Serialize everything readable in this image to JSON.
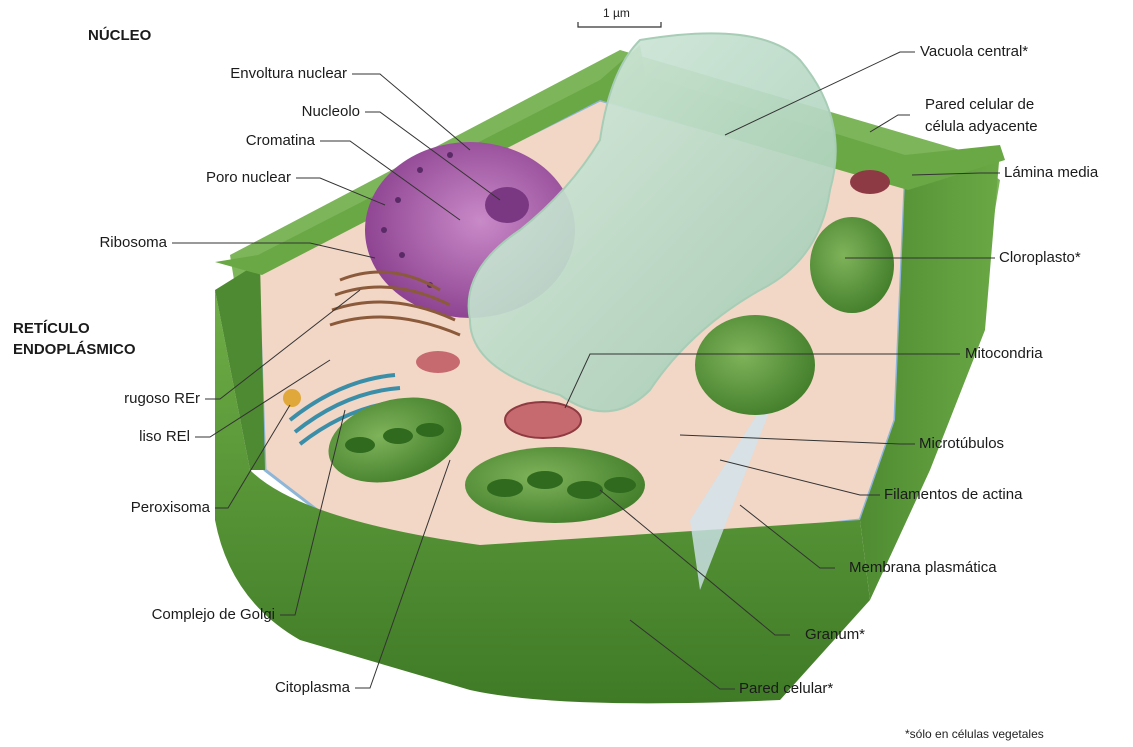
{
  "headings": {
    "nucleus": "NÚCLEO",
    "er_line1": "RETÍCULO",
    "er_line2": "ENDOPLÁSMICO"
  },
  "scale_bar": "1 µm",
  "labels": {
    "nuclear_envelope": "Envoltura nuclear",
    "nucleolus": "Nucleolo",
    "chromatin": "Cromatina",
    "nuclear_pore": "Poro nuclear",
    "ribosome": "Ribosoma",
    "rough_er": "rugoso REr",
    "smooth_er": "liso REl",
    "peroxisome": "Peroxisoma",
    "golgi": "Complejo de Golgi",
    "cytoplasm": "Citoplasma",
    "central_vacuole": "Vacuola central*",
    "adjacent_wall_line1": "Pared celular de",
    "adjacent_wall_line2": "célula adyacente",
    "middle_lamella": "Lámina media",
    "chloroplast": "Cloroplasto*",
    "mitochondrion": "Mitocondria",
    "microtubules": "Microtúbulos",
    "actin_filaments": "Filamentos de actina",
    "plasma_membrane": "Membrana plasmática",
    "granum": "Granum*",
    "cell_wall": "Pared celular*"
  },
  "footnote": "*sólo en células vegetales",
  "colors": {
    "cell_wall": "#5e9a3c",
    "cell_wall_dark": "#3f7a26",
    "cytoplasm": "#f2d6c6",
    "nucleus": "#a45aa6",
    "vacuole": "#b8d8c4",
    "chloroplast": "#4f8d36",
    "mitochondrion": "#c76a6f",
    "membrane": "#8db6d8"
  }
}
